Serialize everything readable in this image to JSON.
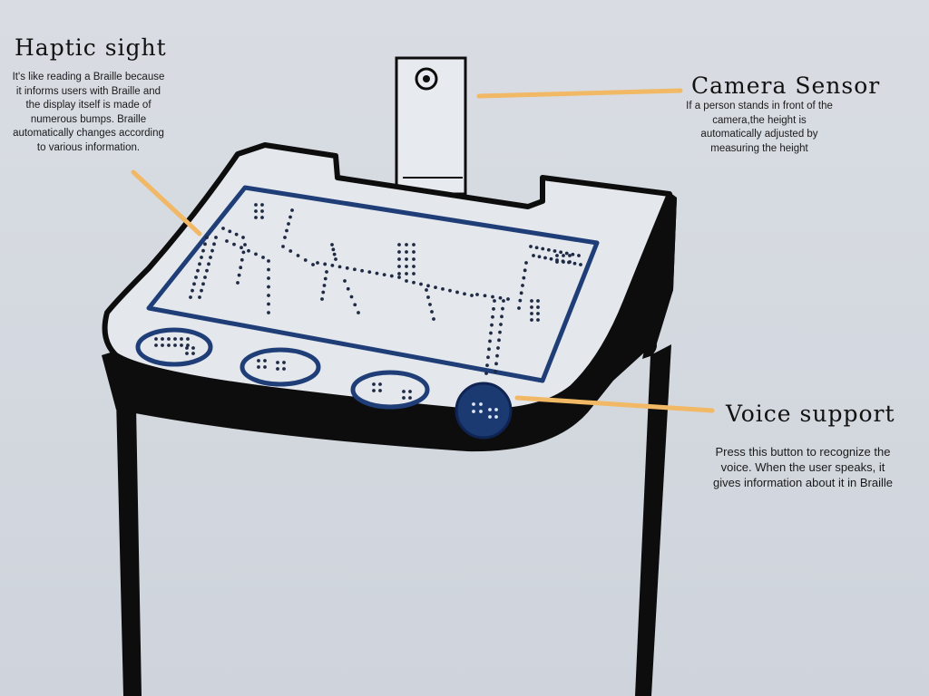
{
  "annotations": {
    "haptic": {
      "title": "Haptic sight",
      "text": "It's like reading a Braille because it informs users with Braille and the display itself is made of numerous bumps. Braille automatically changes according to various information."
    },
    "camera": {
      "title": "Camera Sensor",
      "text": "If a person stands in front of the camera,the height is automatically adjusted by measuring the height"
    },
    "voice": {
      "title": "Voice support",
      "text": "Press this button to recognize the voice. When the user speaks, it gives information about it in Braille"
    }
  },
  "colors": {
    "accent_line": "#f1b865",
    "screen_outline": "#1f3e77",
    "voice_button": "#1c3a72",
    "body_outline": "#0d0d0d",
    "background": "#d5d9df"
  }
}
